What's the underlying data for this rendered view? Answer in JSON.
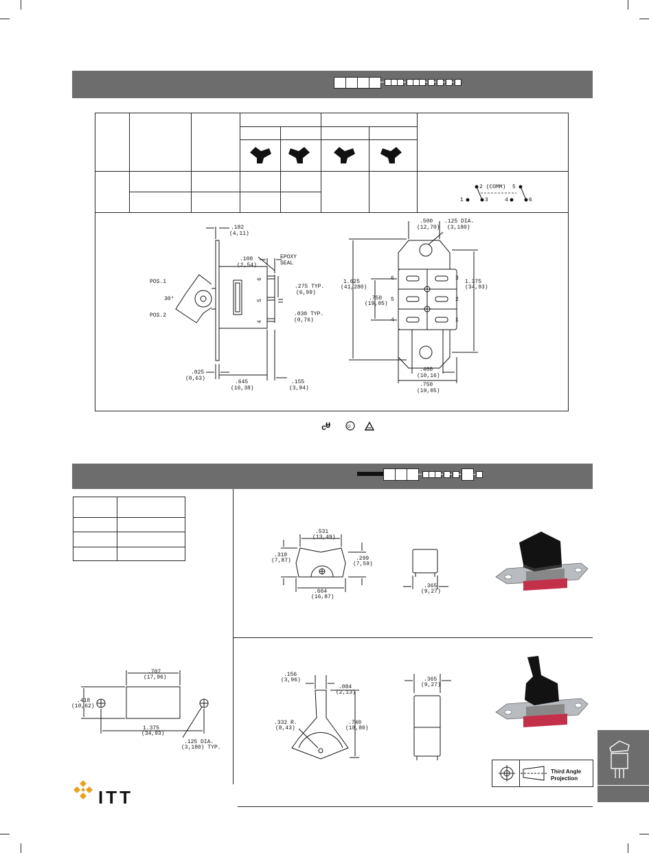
{
  "drawing1": {
    "dims": {
      "a182": ".182",
      "a182m": "(4,11)",
      "a100": ".100",
      "a100m": "(2,54)",
      "epoxy": "EPOXY",
      "seal": "SEAL",
      "a275": ".275 TYP.",
      "a275m": "(6,99)",
      "a030": ".030 TYP.",
      "a030m": "(0,76)",
      "pos1": "POS.1",
      "pos2": "POS.2",
      "deg": "30°",
      "a025": ".025",
      "a025m": "(0,63)",
      "a645": ".645",
      "a645m": "(16,38)",
      "a155": ".155",
      "a155m": "(3,94)",
      "t6": "6",
      "t5": "5",
      "t4": "4"
    },
    "front": {
      "a500": ".500",
      "a500m": "(12,70)",
      "a125": ".125 DIA.",
      "a125m": "(3,180)",
      "a1625": "1.625",
      "a1625m": "(41,280)",
      "a1375": "1.375",
      "a1375m": "(34,93)",
      "a750": ".750",
      "a750m": "(19,05)",
      "a400": ".400",
      "a400m": "(10,16)",
      "a750b": ".750",
      "a750bm": "(19,05)",
      "p6": "6",
      "p5": "5",
      "p4": "4",
      "p3": "3",
      "p2": "2",
      "p1": "1"
    }
  },
  "schematic": {
    "comm": "2 (COMM)",
    "five": "5",
    "one": "1",
    "three": "3",
    "four": "4",
    "six": "6"
  },
  "drawing2": {
    "a531": ".531",
    "a531m": "(13,49)",
    "a310": ".310",
    "a310m": "(7,87)",
    "a299": ".299",
    "a299m": "(7,59)",
    "a664": ".664",
    "a664m": "(16,87)",
    "a365": ".365",
    "a365m": "(9,27)"
  },
  "drawing3": {
    "a156": ".156",
    "a156m": "(3,96)",
    "a084": ".084",
    "a084m": "(2,13)",
    "a332": ".332 R.",
    "a332m": "(8,43)",
    "a740": ".740",
    "a740m": "(18,80)",
    "a365": ".365",
    "a365m": "(9,27)"
  },
  "panel": {
    "a707": ".707",
    "a707m": "(17,96)",
    "a418": ".418",
    "a418m": "(10,62)",
    "a1375": "1.375",
    "a1375m": "(34,93)",
    "a125": ".125 DIA.",
    "a125m": "(3,180) TYP."
  },
  "projection": {
    "line1": "Third Angle",
    "line2": "Projection"
  },
  "logo": {
    "text": "ITT"
  },
  "colors": {
    "band": "#6d6d6d",
    "rocker_red": "#c2304a",
    "metal": "#b8bcc0"
  }
}
